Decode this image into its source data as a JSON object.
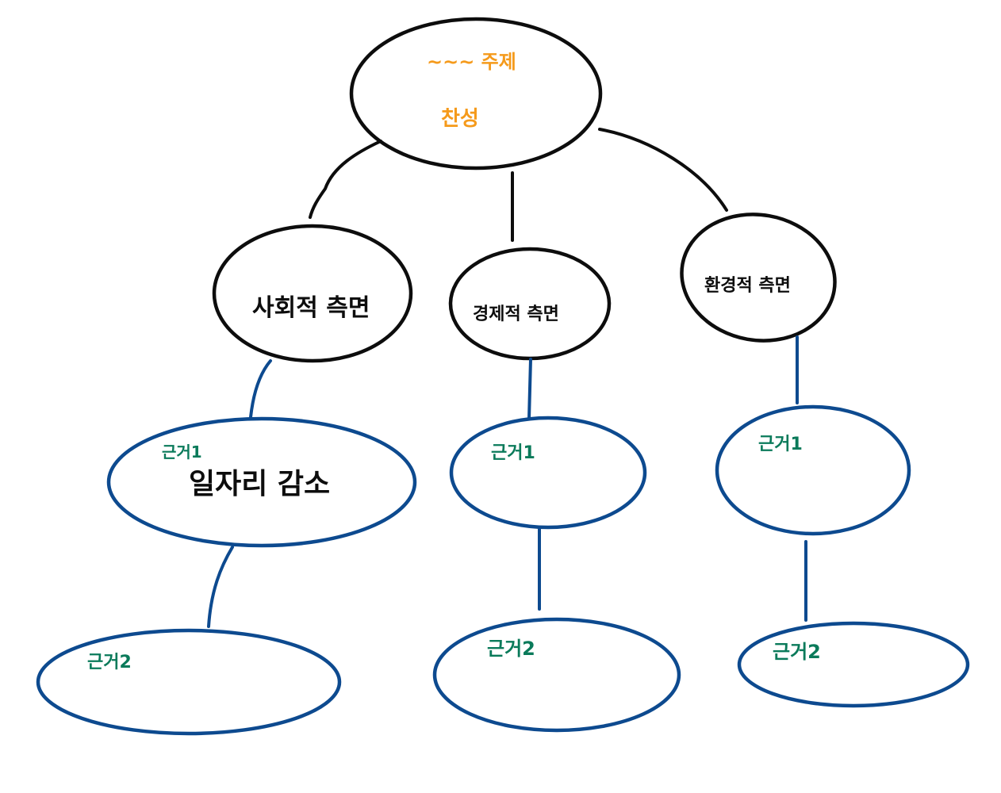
{
  "colors": {
    "black_stroke": "#0d0d0d",
    "blue_stroke": "#0d4a8f",
    "orange_text": "#f59a1b",
    "green_text": "#0a7a5a",
    "background": "#ffffff"
  },
  "root": {
    "topic": "~~~ 주제",
    "stance": "찬성"
  },
  "aspects": {
    "social": "사회적 측면",
    "economic": "경제적 측면",
    "environmental": "환경적 측면"
  },
  "evidence": {
    "social": {
      "reason1_label": "근거1",
      "reason1_text": "일자리 감소",
      "reason2_label": "근거2"
    },
    "economic": {
      "reason1_label": "근거1",
      "reason2_label": "근거2"
    },
    "environmental": {
      "reason1_label": "근거1",
      "reason2_label": "근거2"
    }
  }
}
